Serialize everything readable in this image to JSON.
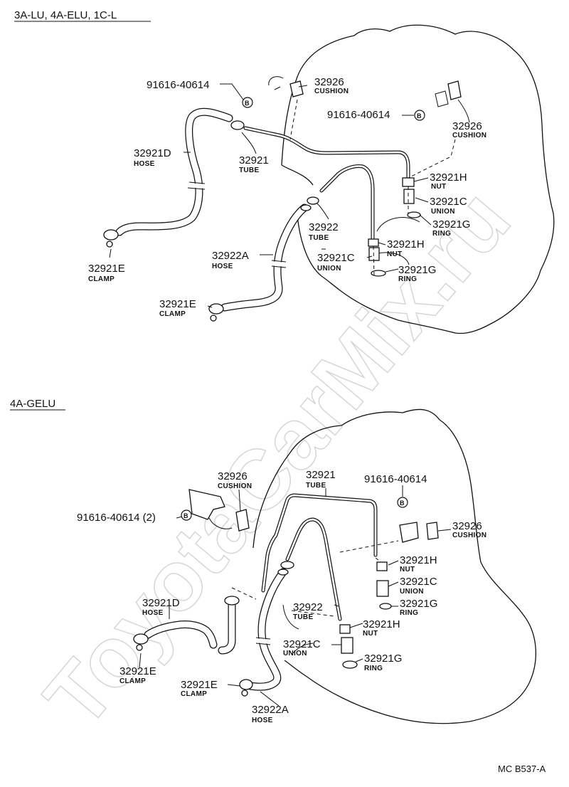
{
  "watermark": "ToyotaCarMix.ru",
  "sections": [
    {
      "title": "3A-LU, 4A-ELU, 1C-L",
      "callouts": {
        "bolt_a": {
          "pn": "91616-40614"
        },
        "cushion_a": {
          "pn": "32926",
          "name": "CUSHION"
        },
        "bolt_b": {
          "pn": "91616-40614"
        },
        "cushion_b": {
          "pn": "32926",
          "name": "CUSHION"
        },
        "hose_d": {
          "pn": "32921D",
          "name": "HOSE"
        },
        "tube": {
          "pn": "32921",
          "name": "TUBE"
        },
        "nut_top": {
          "pn": "32921H",
          "name": "NUT"
        },
        "union_top": {
          "pn": "32921C",
          "name": "UNION"
        },
        "ring_top": {
          "pn": "32921G",
          "name": "RING"
        },
        "tube_22": {
          "pn": "32922",
          "name": "TUBE"
        },
        "nut_low": {
          "pn": "32921H",
          "name": "NUT"
        },
        "hose_a": {
          "pn": "32922A",
          "name": "HOSE"
        },
        "union_low": {
          "pn": "32921C",
          "name": "UNION"
        },
        "ring_low": {
          "pn": "32921G",
          "name": "RING"
        },
        "clamp_left": {
          "pn": "32921E",
          "name": "CLAMP"
        },
        "clamp_low": {
          "pn": "32921E",
          "name": "CLAMP"
        }
      }
    },
    {
      "title": "4A-GELU",
      "callouts": {
        "cushion_a": {
          "pn": "32926",
          "name": "CUSHION"
        },
        "tube": {
          "pn": "32921",
          "name": "TUBE"
        },
        "bolt_b": {
          "pn": "91616-40614"
        },
        "bolt_a": {
          "pn": "91616-40614 (2)"
        },
        "cushion_b": {
          "pn": "32926",
          "name": "CUSHION"
        },
        "nut_top": {
          "pn": "32921H",
          "name": "NUT"
        },
        "union_top": {
          "pn": "32921C",
          "name": "UNION"
        },
        "hose_d": {
          "pn": "32921D",
          "name": "HOSE"
        },
        "ring_top": {
          "pn": "32921G",
          "name": "RING"
        },
        "tube_22": {
          "pn": "32922",
          "name": "TUBE"
        },
        "nut_low": {
          "pn": "32921H",
          "name": "NUT"
        },
        "union_low": {
          "pn": "32921C",
          "name": "UNION"
        },
        "ring_low": {
          "pn": "32921G",
          "name": "RING"
        },
        "clamp_left": {
          "pn": "32921E",
          "name": "CLAMP"
        },
        "clamp_low": {
          "pn": "32921E",
          "name": "CLAMP"
        },
        "hose_a": {
          "pn": "32922A",
          "name": "HOSE"
        }
      }
    }
  ],
  "bolt_symbol": "B",
  "figure_code": "MC B537-A"
}
